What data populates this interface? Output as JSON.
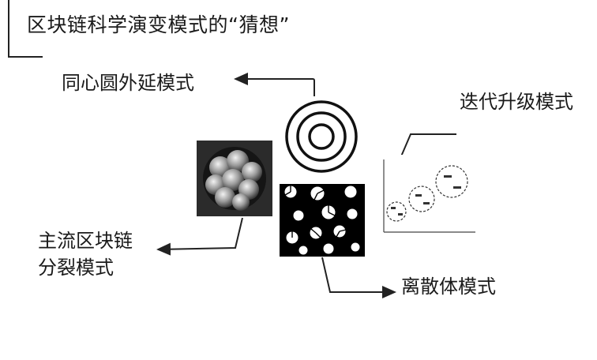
{
  "title": "区块链科学演变模式的“猜想”",
  "labels": {
    "concentric": "同心圆外延模式",
    "iterative": "迭代升级模式",
    "split_line1": "主流区块链",
    "split_line2": "分裂模式",
    "discrete": "离散体模式"
  },
  "icons": {
    "cell_cluster": "cell-cluster-image",
    "concentric_rings": "concentric-rings-image",
    "discrete_particles": "discrete-particles-image",
    "iterative_cycles": "iterative-cycles-image"
  },
  "colors": {
    "line": "#222222",
    "text": "#1a1a1a",
    "discrete_bg": "#000000"
  }
}
